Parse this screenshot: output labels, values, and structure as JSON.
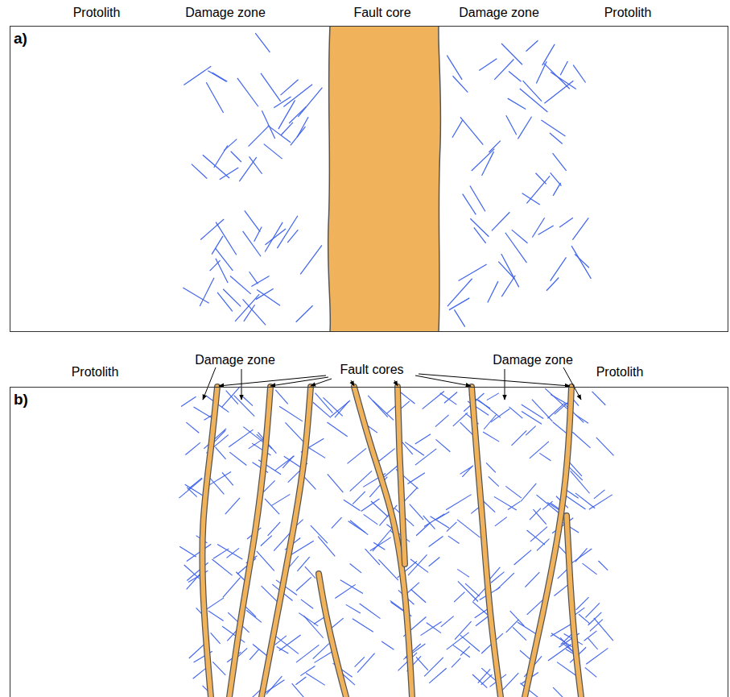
{
  "diagram": {
    "nodes": [
      {
        "text": [
          "a)"
        ]
      },
      {
        "text": [
          "b)"
        ]
      }
    ],
    "labels": [
      "Protolith",
      "Damage zone",
      "Fault core",
      "Damage zone",
      "Protolith",
      "Protolith",
      "Damage zone",
      "Fault cores",
      "Damage zone",
      "Protolith"
    ]
  }
}
